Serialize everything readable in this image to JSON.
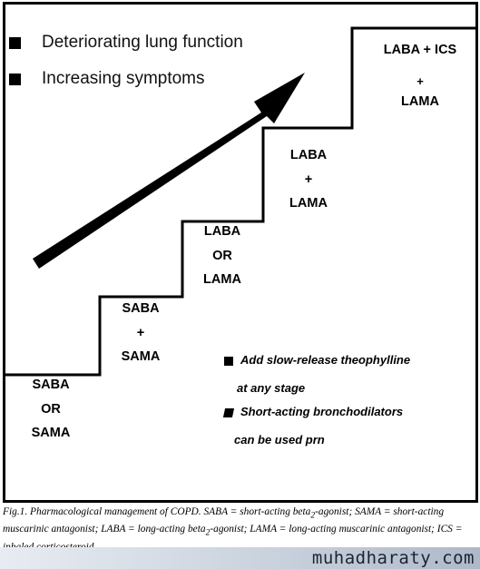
{
  "legend": {
    "items": [
      "Deteriorating lung function",
      "Increasing symptoms"
    ]
  },
  "steps": [
    {
      "lines": [
        "SABA",
        "OR",
        "SAMA"
      ]
    },
    {
      "lines": [
        "SABA",
        "+",
        "SAMA"
      ]
    },
    {
      "lines": [
        "LABA",
        "OR",
        "LAMA"
      ]
    },
    {
      "lines": [
        "LABA",
        "+",
        "LAMA"
      ]
    },
    {
      "lines": [
        "LABA + ICS",
        "+",
        "LAMA"
      ]
    }
  ],
  "notes": [
    {
      "bullet": true,
      "text": "Add slow-release theophylline"
    },
    {
      "bullet": false,
      "text": "at any stage"
    },
    {
      "bullet": true,
      "text": "Short-acting bronchodilators"
    },
    {
      "bullet": false,
      "text": "can be used prn"
    }
  ],
  "caption": {
    "prefix": "Fig.1. Pharmacological management of COPD. SABA = short-acting beta",
    "sub1": "2",
    "mid": "-agonist; SAMA = short-acting muscarinic antagonist; LABA = long-acting beta",
    "sub2": "2",
    "suffix": "-agonist; LAMA = long-acting muscarinic antagonist; ICS = inhaled corticosteroid."
  },
  "watermark": "muhadharaty.com"
}
